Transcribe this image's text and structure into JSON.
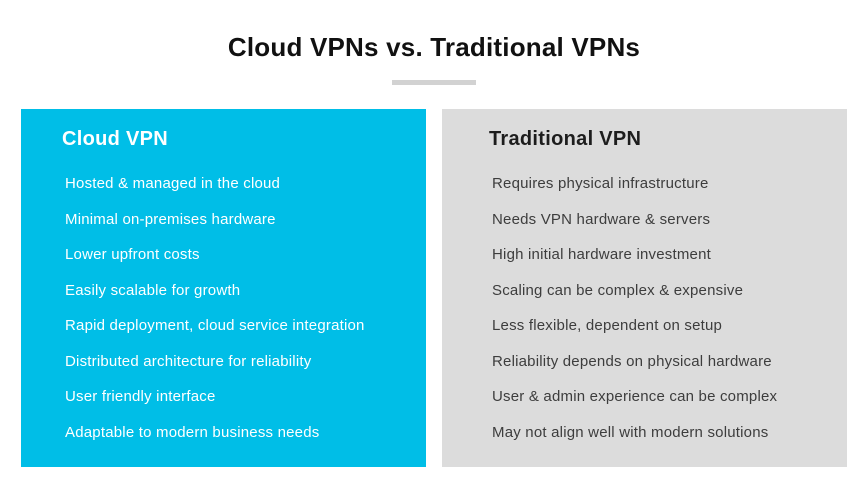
{
  "page": {
    "title": "Cloud VPNs vs. Traditional VPNs"
  },
  "colors": {
    "page_background": "#ffffff",
    "title_text": "#111111",
    "divider": "#d2d2d2",
    "cloud_panel_bg": "#00bee7",
    "cloud_panel_text": "#ffffff",
    "traditional_panel_bg": "#dcdcdc",
    "traditional_header_text": "#1d1d1d",
    "traditional_item_text": "#3d3d3d"
  },
  "panels": {
    "cloud": {
      "header": "Cloud VPN",
      "items": [
        "Hosted & managed in the cloud",
        "Minimal on-premises hardware",
        "Lower upfront costs",
        "Easily scalable for growth",
        "Rapid deployment, cloud service integration",
        "Distributed architecture for reliability",
        "User friendly interface",
        "Adaptable to modern business needs"
      ]
    },
    "traditional": {
      "header": "Traditional VPN",
      "items": [
        "Requires physical infrastructure",
        "Needs VPN hardware & servers",
        "High initial hardware investment",
        "Scaling can be complex & expensive",
        "Less flexible, dependent on setup",
        "Reliability depends on physical hardware",
        "User & admin experience can be complex",
        "May not align well with modern solutions"
      ]
    }
  }
}
